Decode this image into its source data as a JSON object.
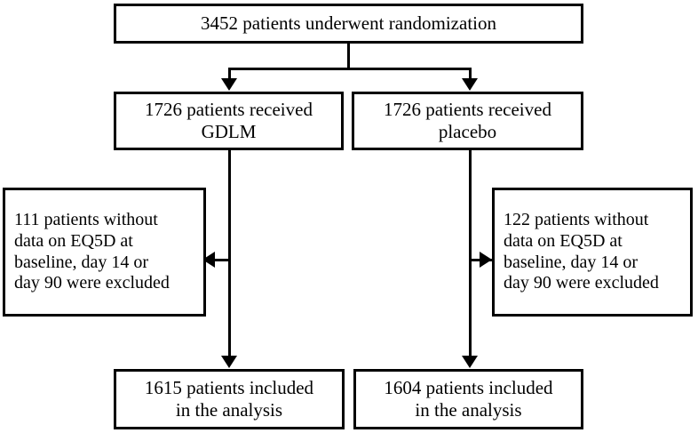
{
  "figure": {
    "type": "consort-flow-diagram",
    "background_color": "#ffffff",
    "line_color": "#000000"
  },
  "nodes": {
    "enrollment": {
      "text": "3452 patients underwent randomization",
      "count": 3452
    },
    "allocation_left": {
      "text": "1726 patients received\nGDLM",
      "count": 1726,
      "arm": "GDLM"
    },
    "allocation_right": {
      "text": "1726 patients received\nplacebo",
      "count": 1726,
      "arm": "placebo"
    },
    "excluded_left": {
      "text": "111 patients without\ndata on EQ5D  at\nbaseline, day 14 or\nday 90 were excluded",
      "count": 111
    },
    "excluded_right": {
      "text": "122 patients without\ndata on EQ5D  at\nbaseline, day 14 or\nday 90 were excluded",
      "count": 122
    },
    "analyzed_left": {
      "text": "1615 patients included\nin the analysis",
      "count": 1615
    },
    "analyzed_right": {
      "text": "1604 patients included\nin the analysis",
      "count": 1604
    }
  }
}
